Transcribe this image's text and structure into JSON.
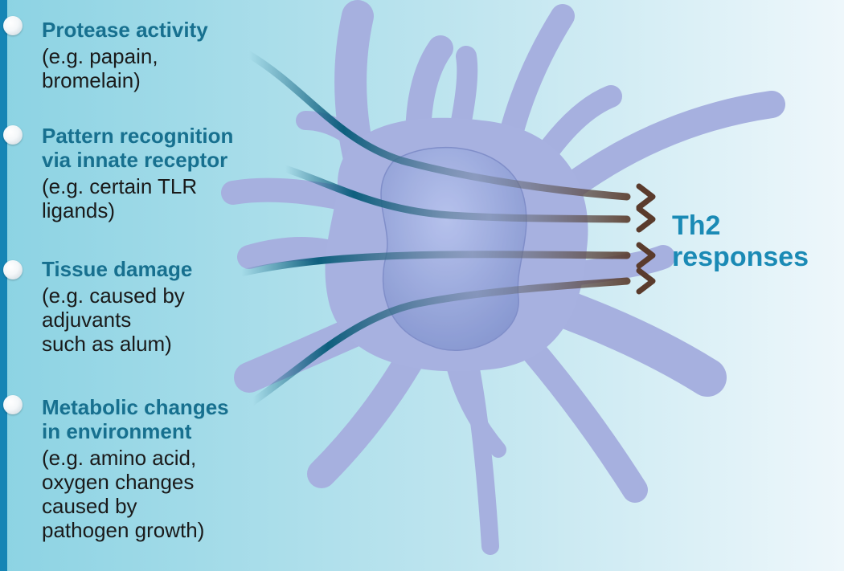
{
  "stimuli": [
    {
      "title": [
        "Protease activity"
      ],
      "example": [
        "(e.g. papain,",
        "bromelain)"
      ]
    },
    {
      "title": [
        "Pattern recognition",
        "via innate receptor"
      ],
      "example": [
        "(e.g. certain TLR",
        "ligands)"
      ]
    },
    {
      "title": [
        "Tissue damage"
      ],
      "example": [
        "(e.g. caused by",
        "adjuvants",
        "such as alum)"
      ]
    },
    {
      "title": [
        "Metabolic changes",
        "in environment"
      ],
      "example": [
        "(e.g. amino acid,",
        "oxygen changes",
        "caused by",
        "pathogen growth)"
      ]
    }
  ],
  "outcome": [
    "Th2",
    "responses"
  ],
  "icons": {
    "bullet": "circle-bullet-icon",
    "arrow": "arrow-right-icon",
    "cell": "dendritic-cell-icon"
  },
  "colors": {
    "accent_bar": "#1585b5",
    "title_text": "#17708f",
    "outcome_text": "#1a8ab5",
    "cell_fill": "#a9b3e0",
    "nucleus_fill": "#8f9fd6",
    "arrow": "#5a3b2c",
    "background_left": "#8cd3e3",
    "background_right": "#eef7fb"
  }
}
